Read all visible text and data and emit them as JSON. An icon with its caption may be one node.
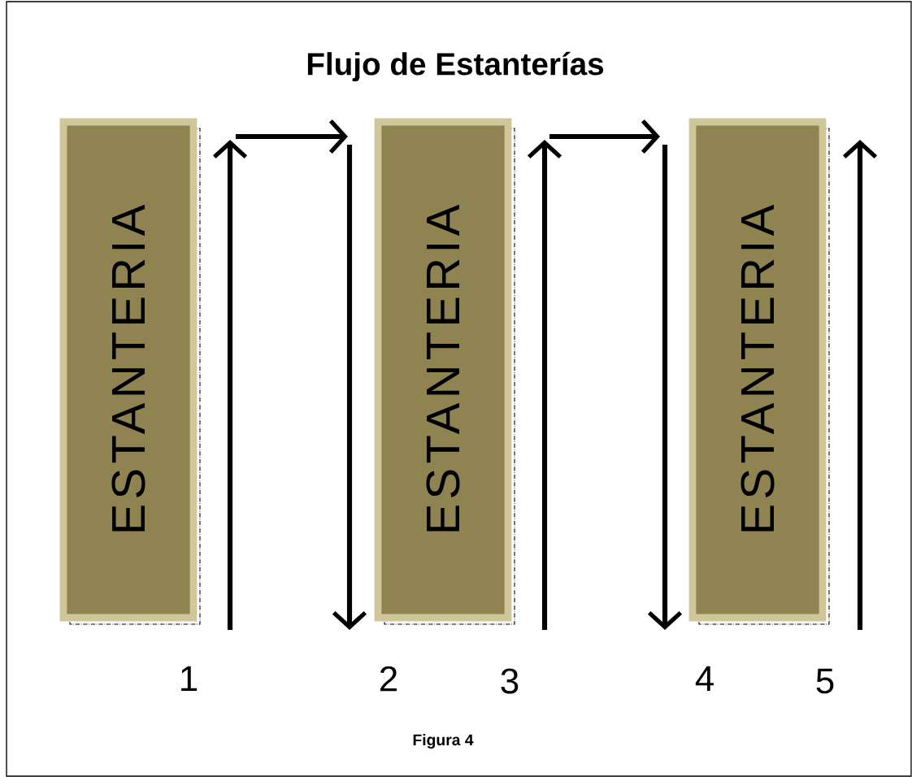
{
  "diagram": {
    "title": "Flujo de Estanterías",
    "caption": "Figura 4",
    "nodes": [
      {
        "text": [
          "ESTANTERIA"
        ]
      },
      {
        "text": [
          "ESTANTERIA"
        ]
      },
      {
        "text": [
          "ESTANTERIA"
        ]
      }
    ],
    "labels": [
      "1",
      "2",
      "3",
      "4",
      "5"
    ]
  }
}
